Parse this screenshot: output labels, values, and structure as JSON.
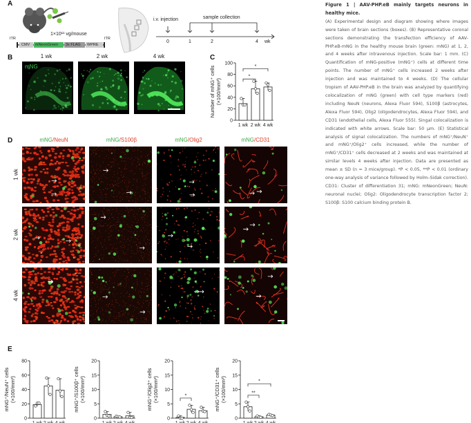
{
  "panels": {
    "A": "A",
    "B": "B",
    "C": "C",
    "D": "D",
    "E": "E"
  },
  "panelA": {
    "dose": "1×10¹¹ vg/mouse",
    "construct": [
      "ITR",
      "CMV",
      "mNeonGreen",
      "3x FLAG",
      "WPRE",
      "ITR"
    ],
    "timeline": {
      "injection": "i.v. injection",
      "collection": "sample collection",
      "ticks": [
        "0",
        "1",
        "2",
        "4"
      ],
      "unit": "wk"
    }
  },
  "panelB": {
    "times": [
      "1 wk",
      "2 wk",
      "4 wk"
    ],
    "overlay": "mNG"
  },
  "panelD": {
    "columns": [
      {
        "green": "mNG",
        "sep": "/",
        "red": "NeuN"
      },
      {
        "green": "mNG",
        "sep": "/",
        "red": "S100β"
      },
      {
        "green": "mNG",
        "sep": "/",
        "red": "Olig2"
      },
      {
        "green": "mNG",
        "sep": "/",
        "red": "CD31"
      }
    ],
    "rows": [
      "1 wk",
      "2 wk",
      "4 wk"
    ]
  },
  "chart_data": [
    {
      "id": "C",
      "type": "bar",
      "ylabel": "Number of mNG⁺ cells (×100/mm³)",
      "categories": [
        "1 wk",
        "2 wk",
        "4 wk"
      ],
      "values": [
        29,
        55,
        58
      ],
      "points": [
        [
          38,
          27,
          27
        ],
        [
          68,
          55,
          47
        ],
        [
          65,
          62,
          52
        ]
      ],
      "ylim": [
        0,
        100
      ],
      "yticks": [
        0,
        20,
        40,
        60,
        80,
        100
      ],
      "sig": [
        [
          0,
          1,
          72,
          "*"
        ],
        [
          0,
          2,
          90,
          "*"
        ]
      ]
    },
    {
      "id": "E1",
      "type": "bar",
      "ylabel": "mNG⁺/NeuN⁺ cells (×100/mm³)",
      "categories": [
        "1 wk",
        "2 wk",
        "4 wk"
      ],
      "values": [
        19,
        45,
        39
      ],
      "points": [
        [
          17,
          21,
          21
        ],
        [
          56,
          45,
          33
        ],
        [
          55,
          38,
          30
        ]
      ],
      "ylim": [
        0,
        80
      ],
      "yticks": [
        0,
        20,
        40,
        60,
        80
      ],
      "sig": []
    },
    {
      "id": "E2",
      "type": "bar",
      "ylabel": "mNG⁺/S100β⁺ cells (×100/mm³)",
      "categories": [
        "1 wk",
        "2 wk",
        "4 wk"
      ],
      "values": [
        1.3,
        0.5,
        0.8
      ],
      "points": [
        [
          2.3,
          1,
          0.8
        ],
        [
          0.7,
          0.5,
          0.4
        ],
        [
          2,
          0.3,
          0.2
        ]
      ],
      "ylim": [
        0,
        20
      ],
      "yticks": [
        0,
        5,
        10,
        15,
        20
      ],
      "sig": []
    },
    {
      "id": "E3",
      "type": "bar",
      "ylabel": "mNG⁺/Olig2⁺ cells (×100/mm³)",
      "categories": [
        "1 wk",
        "2 wk",
        "4 wk"
      ],
      "values": [
        0.3,
        3.1,
        2.6
      ],
      "points": [
        [
          0.8,
          0,
          0
        ],
        [
          4.5,
          3,
          2
        ],
        [
          3.8,
          2.5,
          2.3
        ]
      ],
      "ylim": [
        0,
        20
      ],
      "yticks": [
        0,
        5,
        10,
        15,
        20
      ],
      "sig": [
        [
          0,
          1,
          7,
          "*"
        ]
      ]
    },
    {
      "id": "E4",
      "type": "bar",
      "ylabel": "mNG⁺/CD31⁺ cells (×100/mm³)",
      "categories": [
        "1 wk",
        "2 wk",
        "4 wk"
      ],
      "values": [
        4,
        0.5,
        1.1
      ],
      "points": [
        [
          5.6,
          4,
          2.5
        ],
        [
          0.8,
          0.4,
          0.3
        ],
        [
          1.3,
          1.1,
          0.9
        ]
      ],
      "ylim": [
        0,
        20
      ],
      "yticks": [
        0,
        5,
        10,
        15,
        20
      ],
      "sig": [
        [
          0,
          1,
          8,
          "**"
        ],
        [
          0,
          2,
          12,
          "*"
        ]
      ]
    }
  ],
  "caption": {
    "title": "Figure 1  |  AAV-PHP.eB mainly targets neurons in healthy mice.",
    "body": "(A) Experimental design and diagram showing where images were taken of brain sections (boxes). (B) Representative coronal sections demonstrating the transfection efficiency of AAV-PHP.eB-mNG in the healthy mouse brain (green: mNG) at 1, 2, and 4 weeks after intravenous injection. Scale bar: 1 mm. (C) Quantification of mNG-positive (mNG⁺) cells at different time points. The number of mNG⁺ cells increased 2 weeks after injection and was maintained to 4 weeks. (D) The cellular tropism of AAV-PHP.eB in the brain was analyzed by quantifying colocalization of mNG (green) with cell type markers (red) including NeuN (neurons, Alexa Fluor 594), S100β (astrocytes, Alexa Fluor 594), Olig2 (oligodendrocytes, Alexa Fluor 594), and CD31 (endothelial cells, Alexa Fluor 555). Singal colocalization is indicated with white arrows. Scale bar: 50 μm. (E) Statistical analysis of signal colocalization. The numbers of mNG⁺/NeuN⁺ and mNG⁺/Olig2⁺ cells increased, while the number of mNG⁺/CD31⁺ cells decreased at 2 weeks and was maintained at similar levels 4 weeks after injection. Data are presented as mean ± SD (n = 3 mice/group). *P < 0.05, **P < 0.01 (ordinary one-way analysis of variance followed by Holm–Sidak correction). CD31: Cluster of differentiation 31; mNG: mNeonGreen; NeuN: neuronal nuclei; Olig2: Oligodendrocyte transcription factor 2; S100β: S100 calcium binding protein B."
  }
}
